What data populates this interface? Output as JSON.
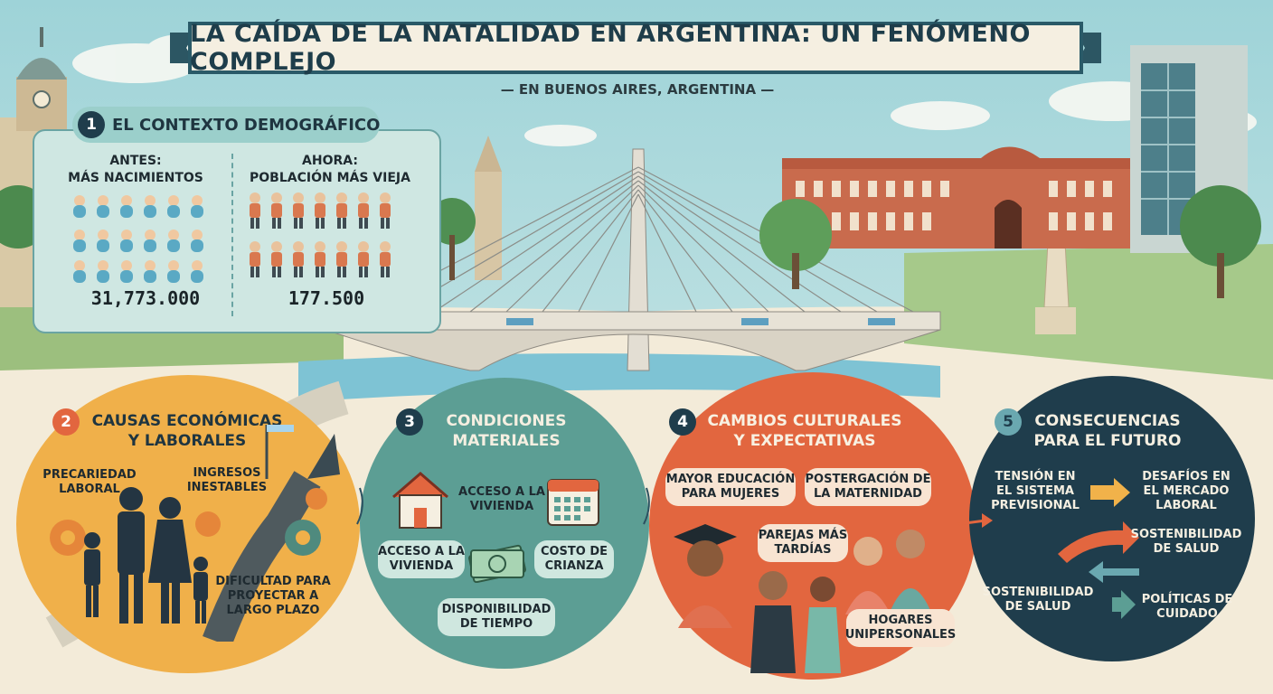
{
  "header": {
    "title": "LA CAÍDA DE LA NATALIDAD EN ARGENTINA: UN FENÓMENO COMPLEJO",
    "subtitle": "— EN BUENOS AIRES, ARGENTINA —"
  },
  "section1": {
    "number": "1",
    "title": "EL CONTEXTO DEMOGRÁFICO",
    "before_label": "ANTES:",
    "before_sub": "MÁS NACIMIENTOS",
    "before_value": "31,773.000",
    "now_label": "AHORA:",
    "now_sub": "POBLACIÓN MÁS VIEJA",
    "now_value": "177.500"
  },
  "section2": {
    "number": "2",
    "title_line1": "CAUSAS ECONÓMICAS",
    "title_line2": "Y LABORALES",
    "items": [
      "PRECARIEDAD LABORAL",
      "INGRESOS INESTABLES",
      "DIFICULTAD PARA PROYECTAR A LARGO PLAZO"
    ]
  },
  "section3": {
    "number": "3",
    "title_line1": "CONDICIONES",
    "title_line2": "MATERIALES",
    "items": [
      "ACCESO A LA VIVIENDA",
      "ACCESO A LA VIVIENDA",
      "COSTO DE CRIANZA",
      "DISPONIBILIDAD DE TIEMPO"
    ]
  },
  "section4": {
    "number": "4",
    "title_line1": "CAMBIOS CULTURALES",
    "title_line2": "Y EXPECTATIVAS",
    "items": [
      "MAYOR EDUCACIÓN PARA MUJERES",
      "POSTERGACIÓN DE LA MATERNIDAD",
      "PAREJAS MÁS TARDÍAS",
      "HOGARES UNIPERSONALES"
    ]
  },
  "section5": {
    "number": "5",
    "title_line1": "CONSECUENCIAS",
    "title_line2": "PARA EL FUTURO",
    "items": [
      "TENSIÓN EN EL SISTEMA PREVISIONAL",
      "DESAFÍOS EN EL MERCADO LABORAL",
      "SOSTENIBILIDAD DE SALUD",
      "SOSTENIBILIDAD DE SALUD",
      "POLÍTICAS DE CUIDADO"
    ]
  },
  "colors": {
    "navy": "#1f3d4c",
    "teal": "#4d9a96",
    "orange": "#e2663f",
    "amber": "#f1b24a",
    "sky": "#b8dde0"
  }
}
